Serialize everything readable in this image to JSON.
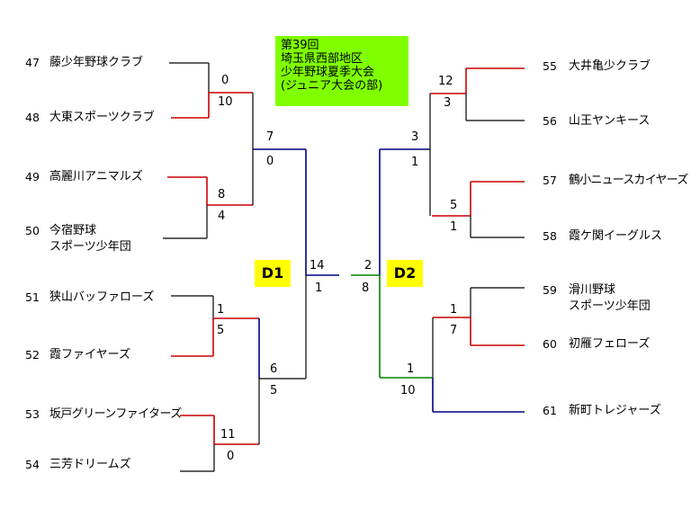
{
  "title": [
    "第39回",
    "埼玉県西部地区",
    "少年野球夏季大会",
    "(ジュニア大会の部)"
  ],
  "badges": {
    "left": "D1",
    "right": "D2"
  },
  "teams": [
    {
      "no": "47",
      "name": "藤少年野球クラブ"
    },
    {
      "no": "48",
      "name": "大東スポーツクラブ"
    },
    {
      "no": "49",
      "name": "高麗川アニマルズ"
    },
    {
      "no": "50",
      "name": "今宿野球",
      "name2": "スポーツ少年団"
    },
    {
      "no": "51",
      "name": "狭山バッファローズ"
    },
    {
      "no": "52",
      "name": "霞ファイヤーズ"
    },
    {
      "no": "53",
      "name": "坂戸グリーンファイターズ"
    },
    {
      "no": "54",
      "name": "三芳ドリームズ"
    },
    {
      "no": "55",
      "name": "大井亀少クラブ"
    },
    {
      "no": "56",
      "name": "山王ヤンキース"
    },
    {
      "no": "57",
      "name": "鶴小ニュースカイヤーズ"
    },
    {
      "no": "58",
      "name": "霞ケ関イーグルス"
    },
    {
      "no": "59",
      "name": "滑川野球",
      "name2": "スポーツ少年団"
    },
    {
      "no": "60",
      "name": "初雁フェローズ"
    },
    {
      "no": "61",
      "name": "新町トレジャーズ"
    }
  ],
  "scores": {
    "m1": [
      "0",
      "10"
    ],
    "m2": [
      "8",
      "4"
    ],
    "m3": [
      "1",
      "5"
    ],
    "m4": [
      "11",
      "0"
    ],
    "m5": [
      "7",
      "0"
    ],
    "m6": [
      "6",
      "5"
    ],
    "mfinal_left": [
      "14",
      "1"
    ],
    "m7": [
      "12",
      "3"
    ],
    "m8": [
      "5",
      "1"
    ],
    "m9": [
      "1",
      "7"
    ],
    "m10": [
      "3",
      "1"
    ],
    "m11": [
      "1",
      "10"
    ],
    "mfinal_right": [
      "2",
      "8"
    ]
  },
  "colors": {
    "win": "#cc0000",
    "blue": "#000080",
    "black": "#000000",
    "green": "#008000",
    "title_bg": "#80ff00",
    "badge_bg": "#ffff00"
  }
}
